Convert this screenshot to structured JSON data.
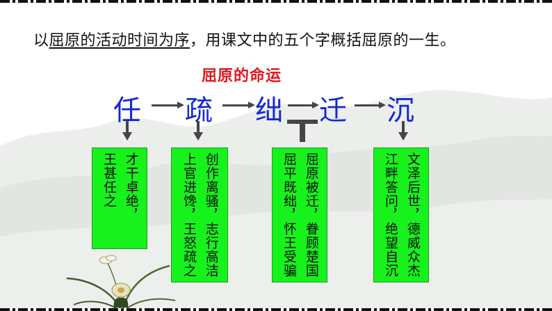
{
  "question": {
    "part1": "以",
    "underlined": "屈原的活动时间为序",
    "part2": "，用课文中的五个字概括屈原的一生。"
  },
  "subtitle": "屈原的命运",
  "stages": [
    "任",
    "疏",
    "绌",
    "迁",
    "沉"
  ],
  "cards": [
    {
      "lines": [
        "才干卓绝，",
        "王甚任之"
      ]
    },
    {
      "lines": [
        "创作离骚，志行高洁",
        "上官进馋，王怒疏之"
      ]
    },
    {
      "lines": [
        "屈原被迁，眷顾楚国",
        "屈平既绌，怀王受骗"
      ]
    },
    {
      "lines": [
        "文泽后世，德威众杰",
        "江畔答问，绝望自沉"
      ]
    }
  ],
  "colors": {
    "stage_text": "#1429d8",
    "subtitle": "#e0161b",
    "card_fill": "#17f21d",
    "arrow": "#454545"
  }
}
